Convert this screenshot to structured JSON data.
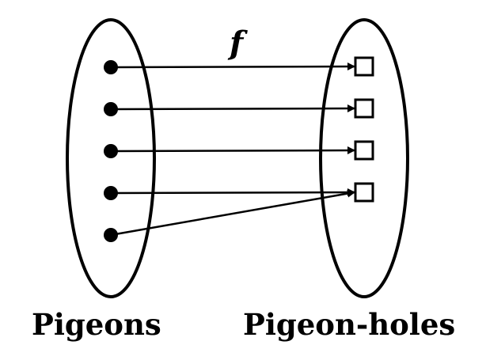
{
  "function_label": "f",
  "domain_set": {
    "label": "Pigeons",
    "element_count": 5
  },
  "codomain_set": {
    "label": "Pigeon-holes",
    "element_count": 4
  },
  "mapping": [
    {
      "from": 1,
      "to": 1
    },
    {
      "from": 2,
      "to": 2
    },
    {
      "from": 3,
      "to": 3
    },
    {
      "from": 4,
      "to": 4
    },
    {
      "from": 5,
      "to": 4
    }
  ],
  "colors": {
    "ink": "#000000",
    "background": "#ffffff"
  }
}
